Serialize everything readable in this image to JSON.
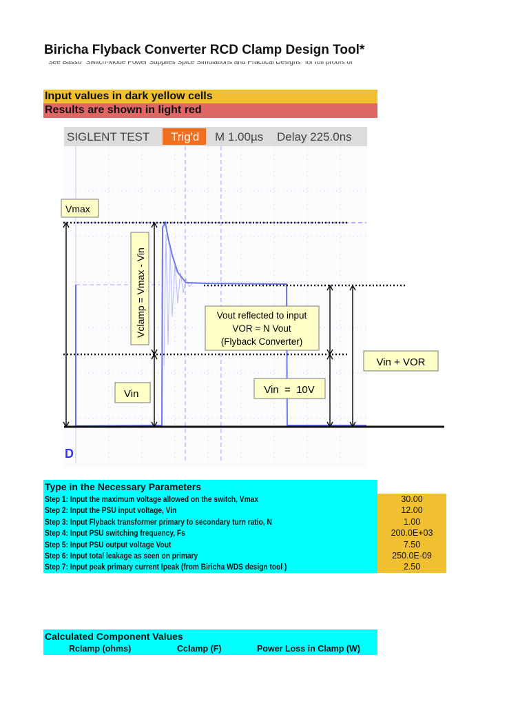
{
  "title": "Biricha Flyback Converter RCD Clamp Design Tool*",
  "subline": "See Basso \"Switch-Mode Power Supplies Spice Simulations and Practical Designs\" for full proofs of",
  "legend": {
    "input_note": "Input values in dark yellow cells",
    "result_note": "Results are shown in light red",
    "input_color": "#f0c030",
    "result_color": "#e06666"
  },
  "scope": {
    "brand": "SIGLENT TEST",
    "trigger": "Trig'd",
    "timebase": "M 1.00µs",
    "delay": "Delay 225.0ns",
    "channel_marker": "D",
    "labels": {
      "vmax": "Vmax",
      "vclamp": "Vclamp = Vmax - Vin",
      "vor_line1": "Vout reflected to input",
      "vor_line2": "VOR = N Vout",
      "vor_line3": "(Flyback Converter)",
      "vin": "Vin",
      "vin_10v": "Vin  =  10V",
      "vin_plus_vor": "Vin + VOR"
    }
  },
  "parameters": {
    "heading": "Type in the Necessary Parameters",
    "rows": [
      {
        "label": "Step 1: Input  the maximum voltage allowed on the switch, Vmax",
        "value": "30.00"
      },
      {
        "label": "Step 2: Input the PSU input voltage, Vin",
        "value": "12.00"
      },
      {
        "label": "Step 3: Input Flyback transformer primary to secondary turn ratio, N",
        "value": "1.00"
      },
      {
        "label": "Step 4: Input PSU switching frequency, Fs",
        "value": "200.0E+03"
      },
      {
        "label": "Step 5: Input PSU output voltage Vout",
        "value": "7.50"
      },
      {
        "label": "Step 6: Input total leakage as seen on primary",
        "value": "250.0E-09"
      },
      {
        "label": "Step 7: Input peak primary current Ipeak (from Biricha WDS design tool )",
        "value": "2.50"
      }
    ]
  },
  "calculated": {
    "heading": "Calculated Component Values",
    "columns": [
      "Rclamp (ohms)",
      "Cclamp (F)",
      "Power Loss in Clamp (W)"
    ]
  }
}
